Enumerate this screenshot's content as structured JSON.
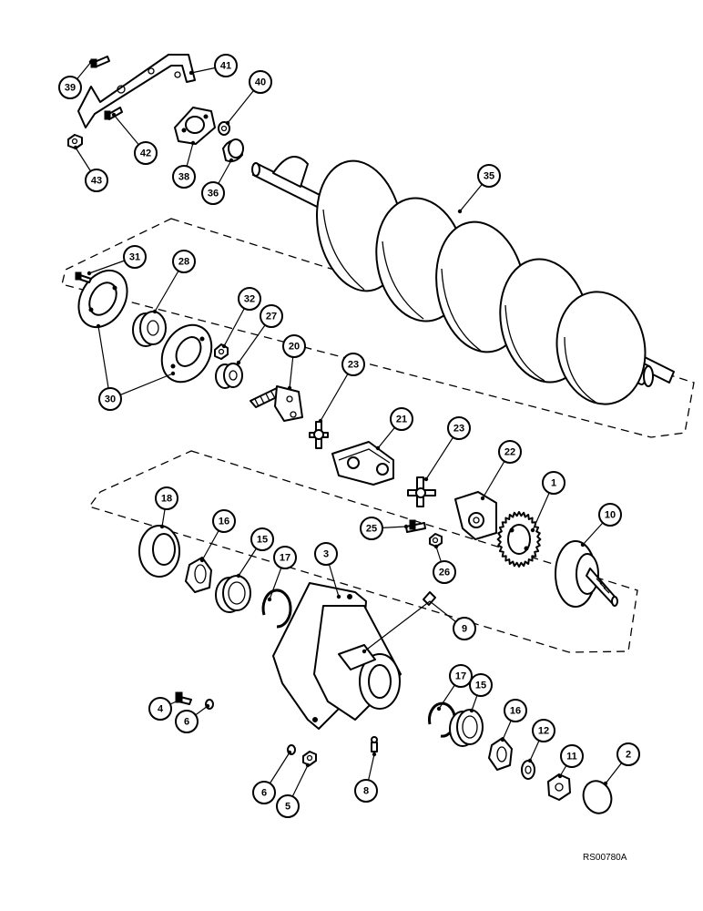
{
  "callouts": [
    "1",
    "2",
    "3",
    "4",
    "5",
    "6",
    "6",
    "8",
    "9",
    "10",
    "11",
    "12",
    "15",
    "15",
    "16",
    "16",
    "17",
    "17",
    "18",
    "20",
    "21",
    "22",
    "23",
    "23",
    "25",
    "26",
    "27",
    "28",
    "30",
    "31",
    "32",
    "35",
    "36",
    "38",
    "39",
    "40",
    "41",
    "42",
    "43"
  ],
  "reference_code": "RS00780A"
}
